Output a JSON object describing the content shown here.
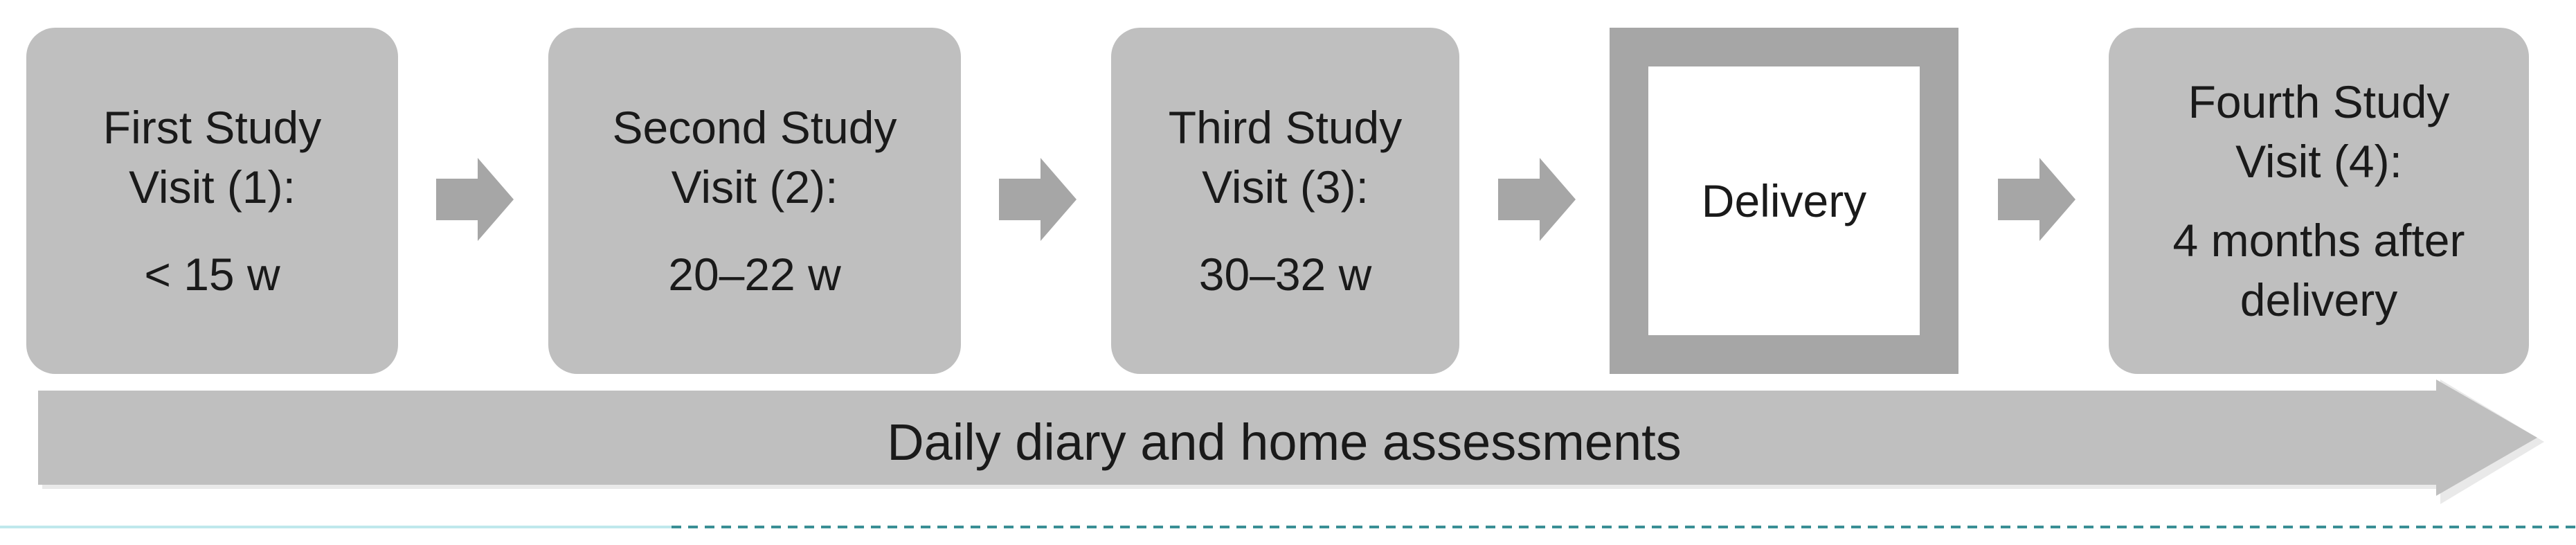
{
  "steps": [
    {
      "title_line1": "First Study",
      "title_line2": "Visit (1):",
      "time": "< 15 w"
    },
    {
      "title_line1": "Second Study",
      "title_line2": "Visit (2):",
      "time": "20–22 w"
    },
    {
      "title_line1": "Third Study",
      "title_line2": "Visit (3):",
      "time": "30–32 w"
    }
  ],
  "delivery": {
    "label": "Delivery"
  },
  "final_step": {
    "title_line1": "Fourth Study",
    "title_line2": "Visit (4):",
    "time_line1": "4 months after",
    "time_line2": "delivery"
  },
  "timeline": {
    "label": "Daily diary and home assessments"
  },
  "colors": {
    "box_fill": "#bfbfbf",
    "arrow_fill": "#a6a6a6",
    "delivery_border": "#a6a6a6",
    "timeline_fill": "#bfbfbf",
    "baseline_solid": "#bfe8ec",
    "baseline_dashed": "#3a8f95"
  }
}
